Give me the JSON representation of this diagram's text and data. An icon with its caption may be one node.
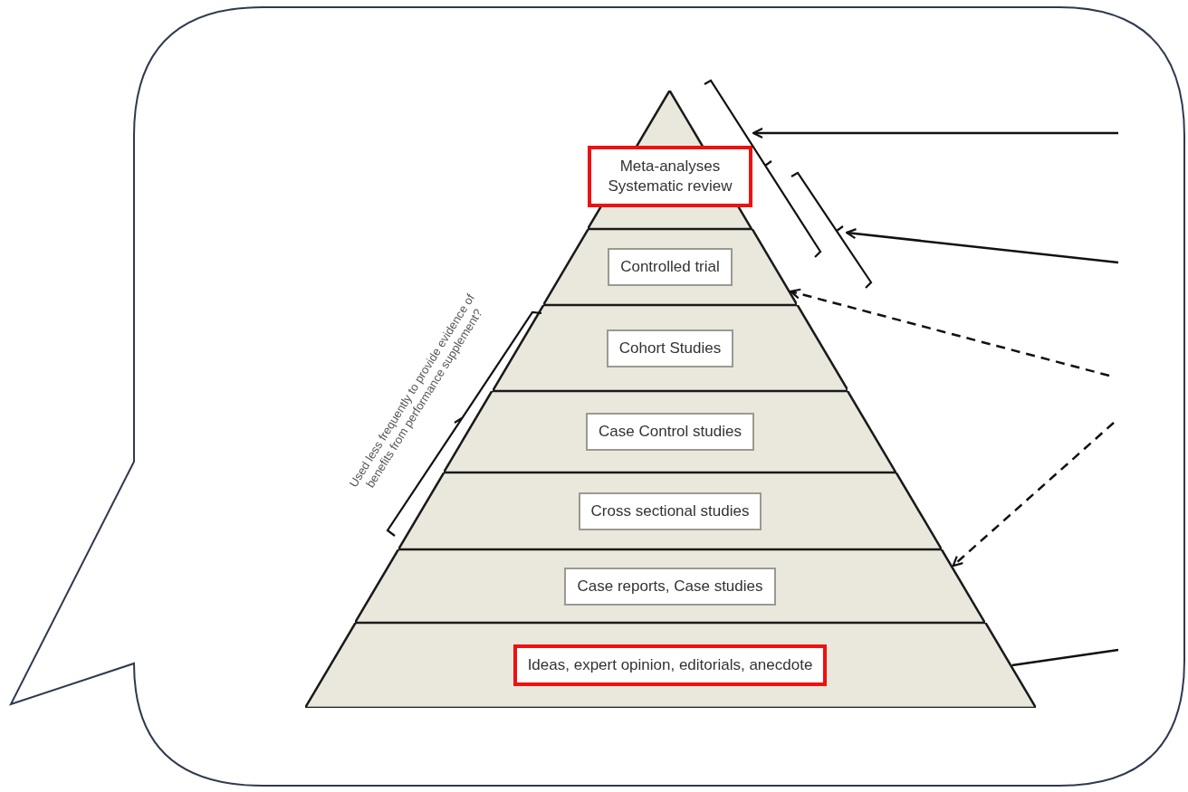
{
  "diagram": {
    "nodes": [
      {
        "text": [
          "Meta-analyses Systematic review"
        ]
      },
      {
        "text": [
          "Controlled trial"
        ]
      },
      {
        "text": [
          "Cohort Studies"
        ]
      },
      {
        "text": [
          "Case Control studies"
        ]
      },
      {
        "text": [
          "Cross sectional studies"
        ]
      },
      {
        "text": [
          "Case reports, Case studies"
        ]
      },
      {
        "text": [
          "Ideas, expert opinion, editorials, anecdote"
        ]
      },
      {
        "text": [],
        "shape": "bracket"
      },
      {
        "text": [],
        "shape": "bracket"
      }
    ],
    "edges": [
      {
        "from": null,
        "to": 7,
        "arrow": "to"
      },
      {
        "from": null,
        "to": 8,
        "arrow": "to"
      },
      {
        "from": null,
        "to": 1,
        "arrow": "to",
        "style": "dashed"
      },
      {
        "from": null,
        "to": 5,
        "arrow": "to",
        "style": "dashed"
      },
      {
        "from": 6,
        "to": null,
        "arrow": "none"
      }
    ],
    "labels": [
      "Used less frequently to provide evidence of benefits from performance supplement?"
    ]
  }
}
